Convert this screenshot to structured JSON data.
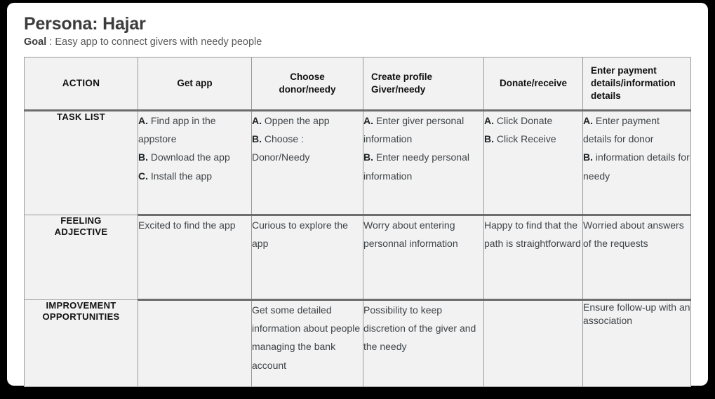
{
  "header": {
    "title": "Persona: Hajar",
    "goal_label": "Goal",
    "goal_separator": " : ",
    "goal_text": "Easy app to connect givers with needy people"
  },
  "colors": {
    "header_blue": "#d2e2f8",
    "cell_gray": "#f2f2f2",
    "border_dark": "#6d6d6d",
    "border_light": "#9a9a9a",
    "title_text": "#3c3c3c",
    "body_text": "#3f4448",
    "backdrop": "#000000"
  },
  "table": {
    "columns": [
      {
        "key": "action",
        "label": "ACTION"
      },
      {
        "key": "getapp",
        "label": "Get app"
      },
      {
        "key": "choose",
        "label": "Choose\ndonor/needy"
      },
      {
        "key": "profile",
        "label": "Create profile\nGiver/needy"
      },
      {
        "key": "donate",
        "label": "Donate/receive"
      },
      {
        "key": "payment",
        "label": "Enter payment details/information details"
      }
    ],
    "rows": [
      {
        "label": "TASK LIST",
        "cells": {
          "getapp": [
            {
              "marker": "A.",
              "text": " Find app in the appstore"
            },
            {
              "marker": "B.",
              "text": " Download the app"
            },
            {
              "marker": "C.",
              "text": " Install the app"
            }
          ],
          "choose": [
            {
              "marker": "A.",
              "text": " Oppen the app"
            },
            {
              "marker": "B.",
              "text": " Choose : Donor/Needy"
            }
          ],
          "profile": [
            {
              "marker": "A.",
              "text": " Enter giver personal information"
            },
            {
              "marker": "B.",
              "text": " Enter needy personal information"
            }
          ],
          "donate": [
            {
              "marker": "A.",
              "text": " Click Donate"
            },
            {
              "marker": "B.",
              "text": " Click Receive"
            }
          ],
          "payment": [
            {
              "marker": "A.",
              "text": " Enter payment details for donor"
            },
            {
              "marker": "B.",
              "text": " information details for needy"
            }
          ]
        }
      },
      {
        "label": "FEELING\nADJECTIVE",
        "cells": {
          "getapp": [
            {
              "marker": "",
              "text": " Excited to find the app"
            }
          ],
          "choose": [
            {
              "marker": "",
              "text": "Curious to explore the app"
            }
          ],
          "profile": [
            {
              "marker": "",
              "text": "Worry about entering personnal information"
            }
          ],
          "donate": [
            {
              "marker": "",
              "text": "Happy to find that the path is straightforward"
            }
          ],
          "payment": [
            {
              "marker": "",
              "text": "Worried about answers of the requests"
            }
          ]
        }
      },
      {
        "label": "IMPROVEMENT\nOPPORTUNITIES",
        "cells": {
          "getapp": [],
          "choose": [
            {
              "marker": "",
              "text": "Get some detailed information about people managing the bank account"
            }
          ],
          "profile": [
            {
              "marker": "",
              "text": "Possibility to keep discretion of the giver and the needy"
            }
          ],
          "donate": [],
          "payment": [
            {
              "marker": "",
              "text": "Ensure follow-up with an association"
            }
          ]
        }
      }
    ]
  }
}
